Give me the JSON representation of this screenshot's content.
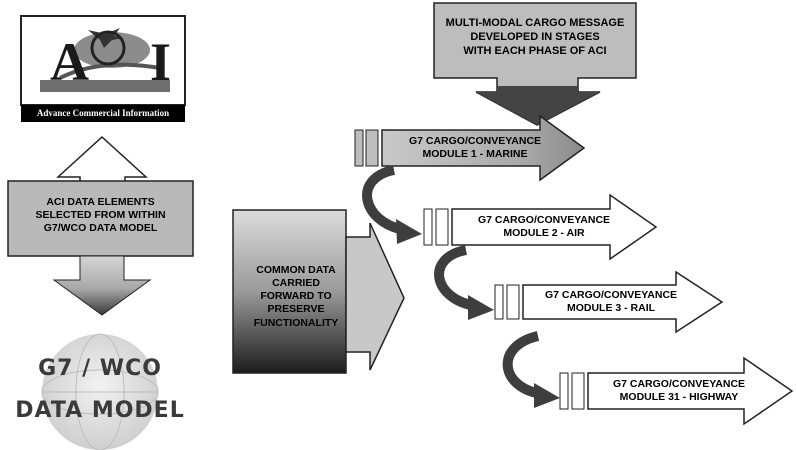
{
  "logo": {
    "mark_left": "A",
    "mark_right": "I",
    "caption": "Advance Commercial Information"
  },
  "message_box": {
    "lines": [
      "MULTI-MODAL CARGO MESSAGE",
      "DEVELOPED IN STAGES",
      "WITH EACH PHASE OF ACI"
    ]
  },
  "aci_box": {
    "lines": [
      "ACI DATA ELEMENTS",
      "SELECTED FROM WITHIN",
      "G7/WCO DATA MODEL"
    ]
  },
  "common_box": {
    "lines": [
      "COMMON DATA",
      "CARRIED",
      "FORWARD TO",
      "PRESERVE",
      "FUNCTIONALITY"
    ]
  },
  "modules": [
    {
      "line1": "G7 CARGO/CONVEYANCE",
      "line2": "MODULE 1 - MARINE"
    },
    {
      "line1": "G7 CARGO/CONVEYANCE",
      "line2": "MODULE 2 - AIR"
    },
    {
      "line1": "G7 CARGO/CONVEYANCE",
      "line2": "MODULE 3 - RAIL"
    },
    {
      "line1": "G7 CARGO/CONVEYANCE",
      "line2": "MODULE 31 - HIGHWAY"
    }
  ],
  "data_model": {
    "line1": "G7 / WCO",
    "line2": "DATA MODEL"
  },
  "colors": {
    "gray": "#b8b8b8",
    "dark_arrow": "#3e3e3e",
    "curve_arrow": "#5a5a5a"
  }
}
